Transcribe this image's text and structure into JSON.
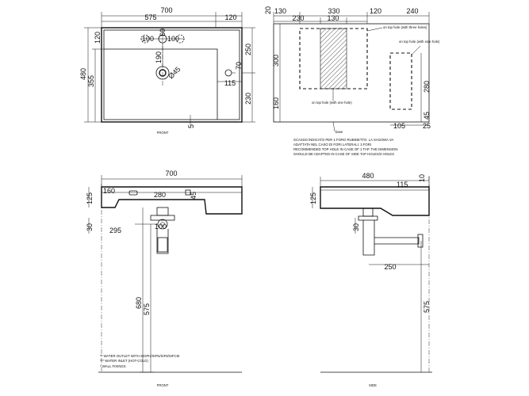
{
  "views": {
    "top_front": {
      "label": "FRONT",
      "dims": {
        "overall_width": "700",
        "inner_width": "575",
        "right_offset": "120",
        "depth": "480",
        "inner_depth": "355",
        "back_rim": "120",
        "tap_holes": "100",
        "tap_spacing_right": "100",
        "tap_to_drain": "190",
        "right_250": "250",
        "overflow_70": "70",
        "overflow_115": "115",
        "right_230": "230",
        "drain_dia": "Ø45",
        "front_5": "5",
        "tap_label_60": "60"
      }
    },
    "cutout": {
      "dims": {
        "d130a": "130",
        "d330": "330",
        "d120": "120",
        "d240": "240",
        "d230": "230",
        "d130b": "130",
        "d20": "20",
        "d300": "300",
        "d160": "160",
        "d280": "280",
        "d45": "45",
        "d105": "105",
        "d25": "25"
      },
      "labels": {
        "three_holes": "on top hole (with three holes)",
        "side_hole": "on top hole (with side hole)",
        "one_hole": "on top hole (with one hole)",
        "base": "base"
      },
      "note": [
        "SCASSO INDICATO PER 1 FORO RUBINETTO. LA SAGOMA VA",
        "ADATTATA NEL CASO DI FORI LATERALI: 3 FORI",
        "RECOMMENDED TOP HOLE IN CASE OF 1 TAP. THE DIMENSION",
        "SHOULD BE ADAPTED IN CASE OF SIDE TAP HOLES/3 HOLES"
      ]
    },
    "front_elev": {
      "label": "FRONT",
      "dims": {
        "width": "700",
        "d160": "160",
        "d280": "280",
        "d45": "45",
        "d125": "125",
        "d30": "30",
        "d295": "295",
        "d100": "100",
        "d680": "680",
        "d575": "575"
      },
      "legend": [
        "** WATER OUTLET WITH SIGPH/SIFN/SIF8/SIFCM",
        "*** WATER INLET (HOT-COLD)",
        "* WALL FIXINGS"
      ]
    },
    "side_elev": {
      "label": "SIDE",
      "dims": {
        "d480": "480",
        "d115": "115",
        "d10": "10",
        "d125": "125",
        "d30": "30",
        "d250": "250",
        "d575": "575"
      }
    }
  }
}
